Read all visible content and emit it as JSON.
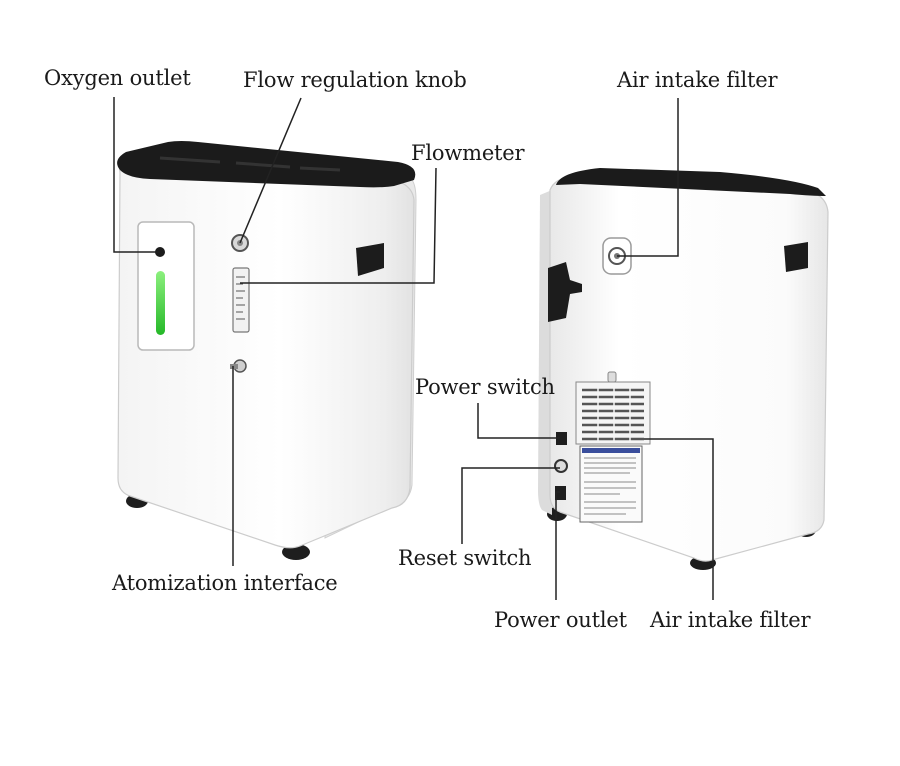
{
  "labels": {
    "oxygen_outlet": "Oxygen outlet",
    "flow_regulation_knob": "Flow regulation knob",
    "flowmeter": "Flowmeter",
    "air_intake_filter_top": "Air intake filter",
    "power_switch": "Power switch",
    "reset_switch": "Reset switch",
    "atomization_interface": "Atomization interface",
    "power_outlet": "Power outlet",
    "air_intake_filter_bottom": "Air intake filter"
  },
  "colors": {
    "body": "#ffffff",
    "top_panel": "#1b1b1b",
    "indicator": "#3ed63a",
    "leader_line": "#222222",
    "label_text": "#1a1a1a"
  }
}
